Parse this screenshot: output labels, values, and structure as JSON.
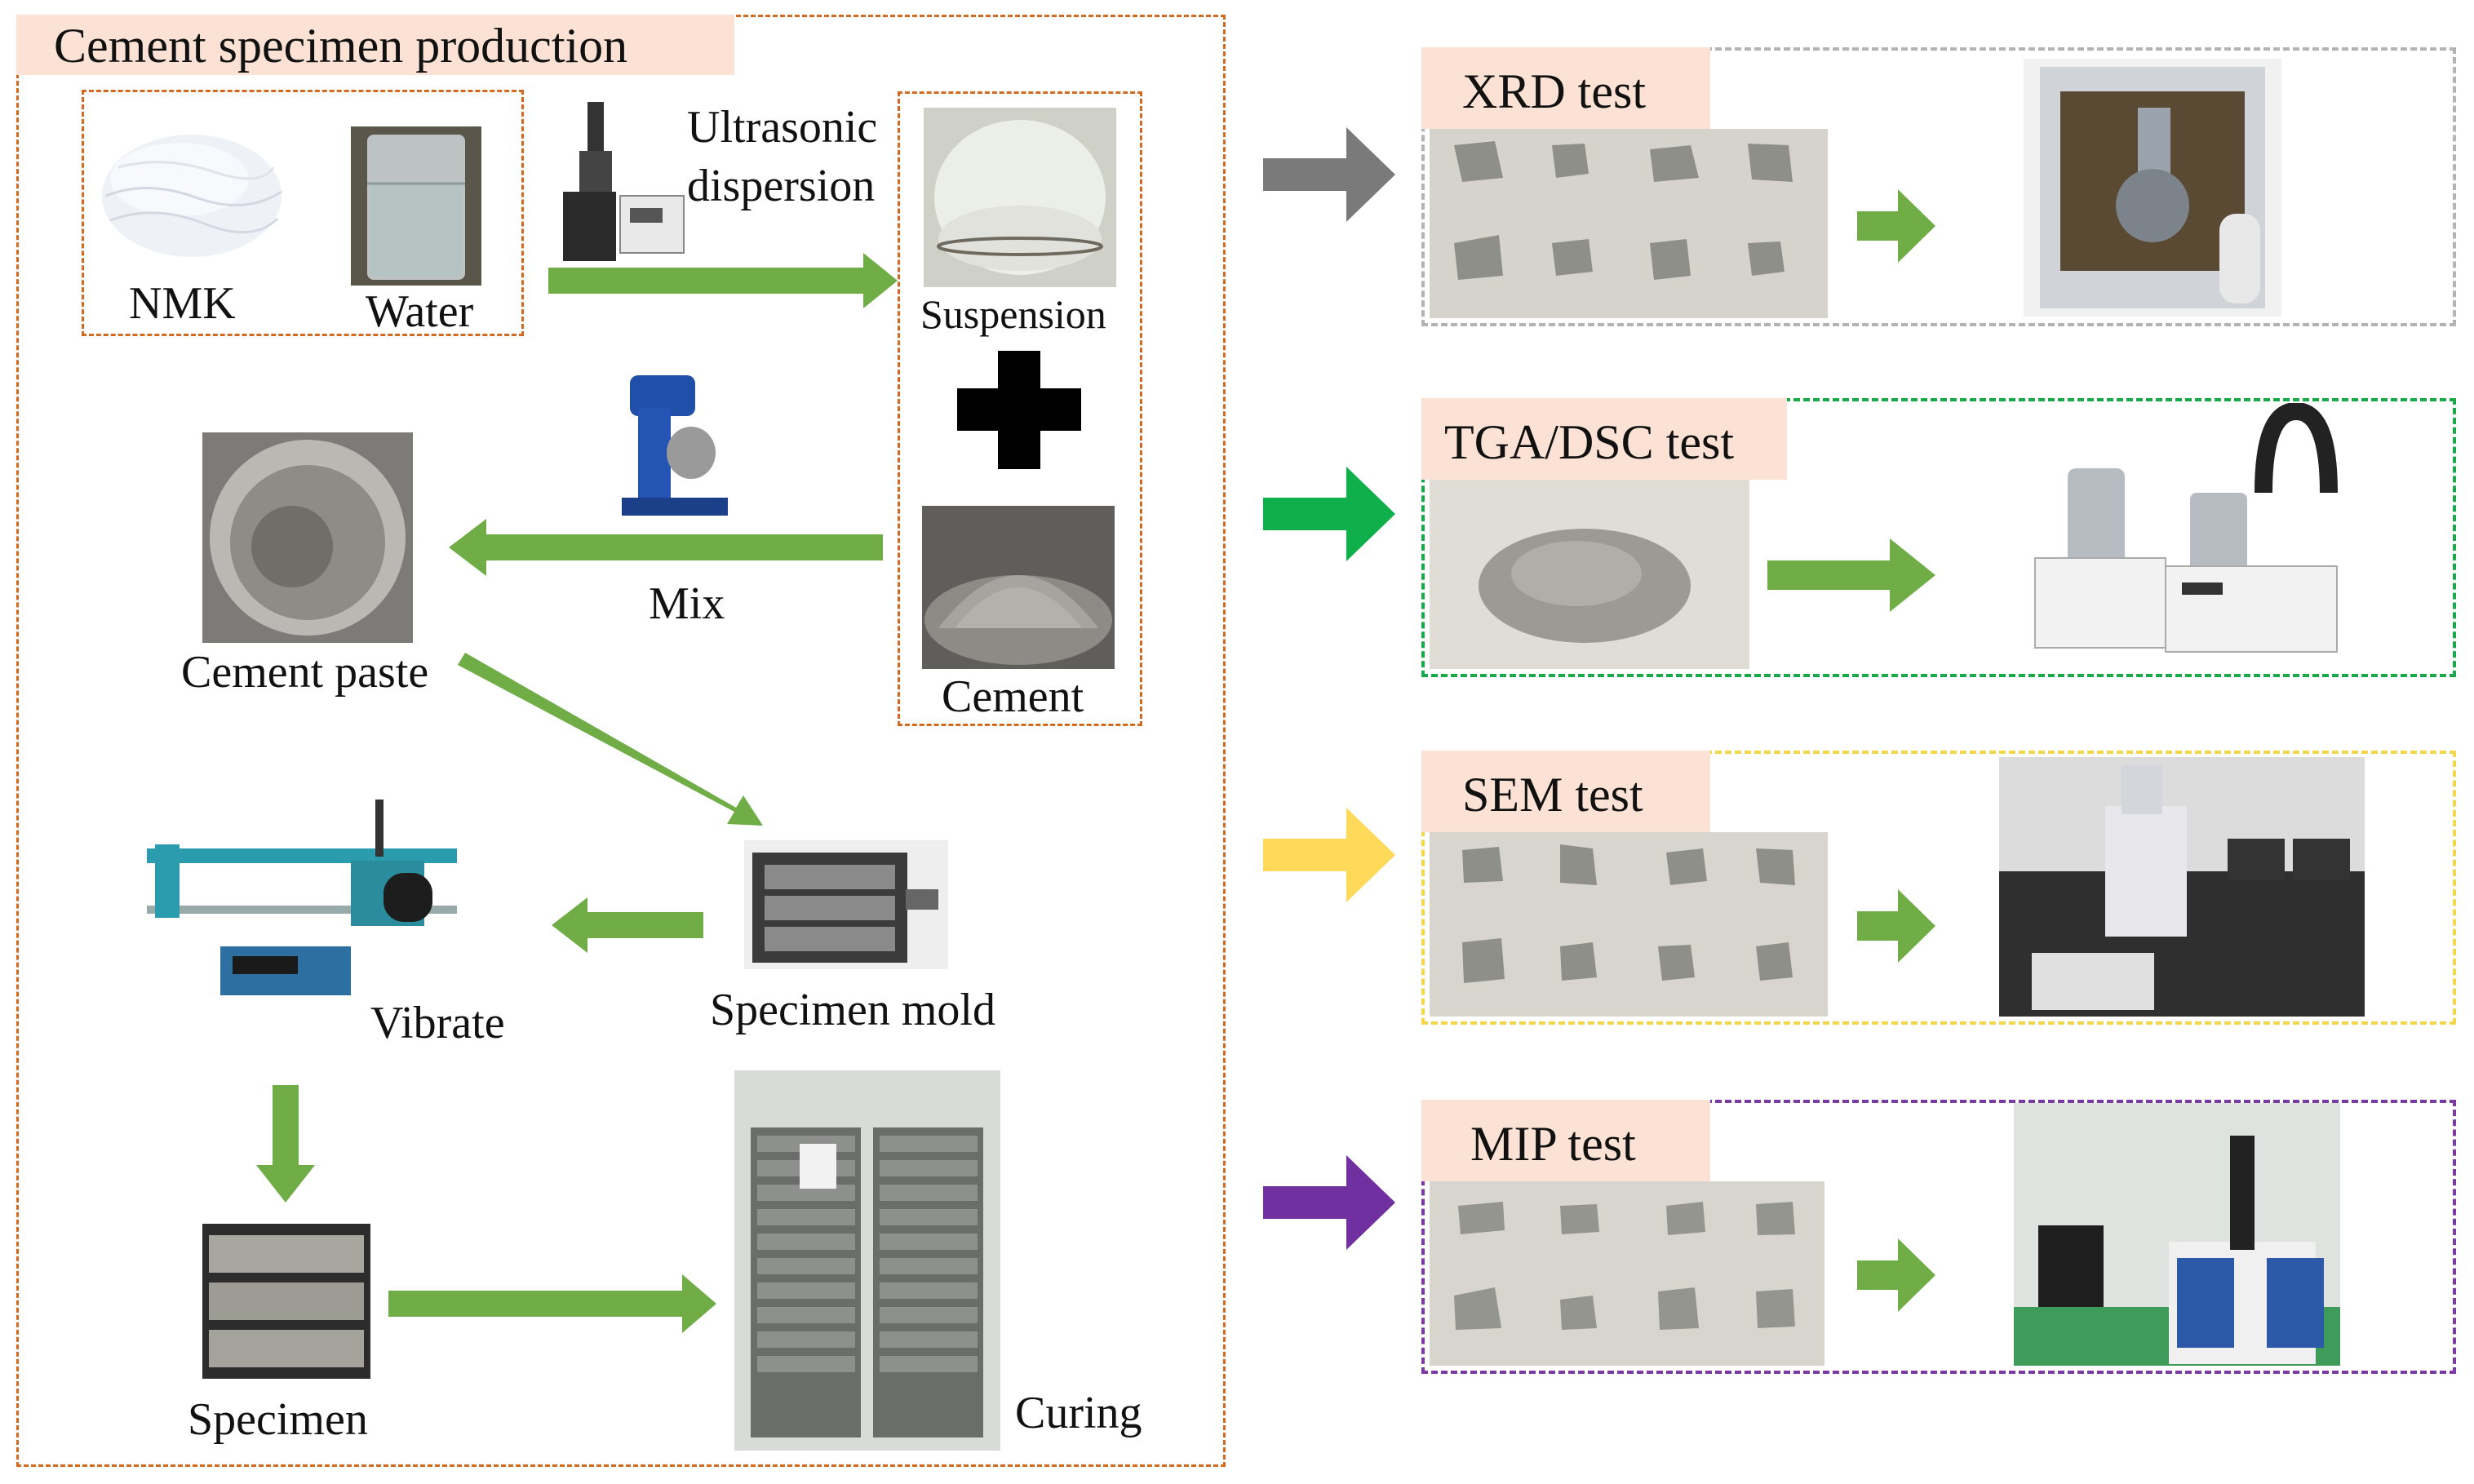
{
  "production": {
    "title": "Cement specimen production",
    "nmk": "NMK",
    "water": "Water",
    "ultrasonic_line1": "Ultrasonic",
    "ultrasonic_line2": "dispersion",
    "suspension": "Suspension",
    "cement": "Cement",
    "mix": "Mix",
    "cement_paste": "Cement paste",
    "specimen_mold": "Specimen mold",
    "vibrate": "Vibrate",
    "specimen": "Specimen",
    "curing": "Curing"
  },
  "tests": [
    {
      "label": "XRD test",
      "border_color": "#b3b3b3",
      "arrow_color": "#7a7a7a"
    },
    {
      "label": "TGA/DSC test",
      "border_color": "#1aa84a",
      "arrow_color": "#0fb04b"
    },
    {
      "label": "SEM test",
      "border_color": "#f2d64b",
      "arrow_color": "#ffd95a"
    },
    {
      "label": "MIP test",
      "border_color": "#7b3aa0",
      "arrow_color": "#7030a0"
    }
  ],
  "colors": {
    "production_border": "#d2691e",
    "flow_arrow": "#70ad47",
    "label_bg": "#fbe2d4"
  }
}
